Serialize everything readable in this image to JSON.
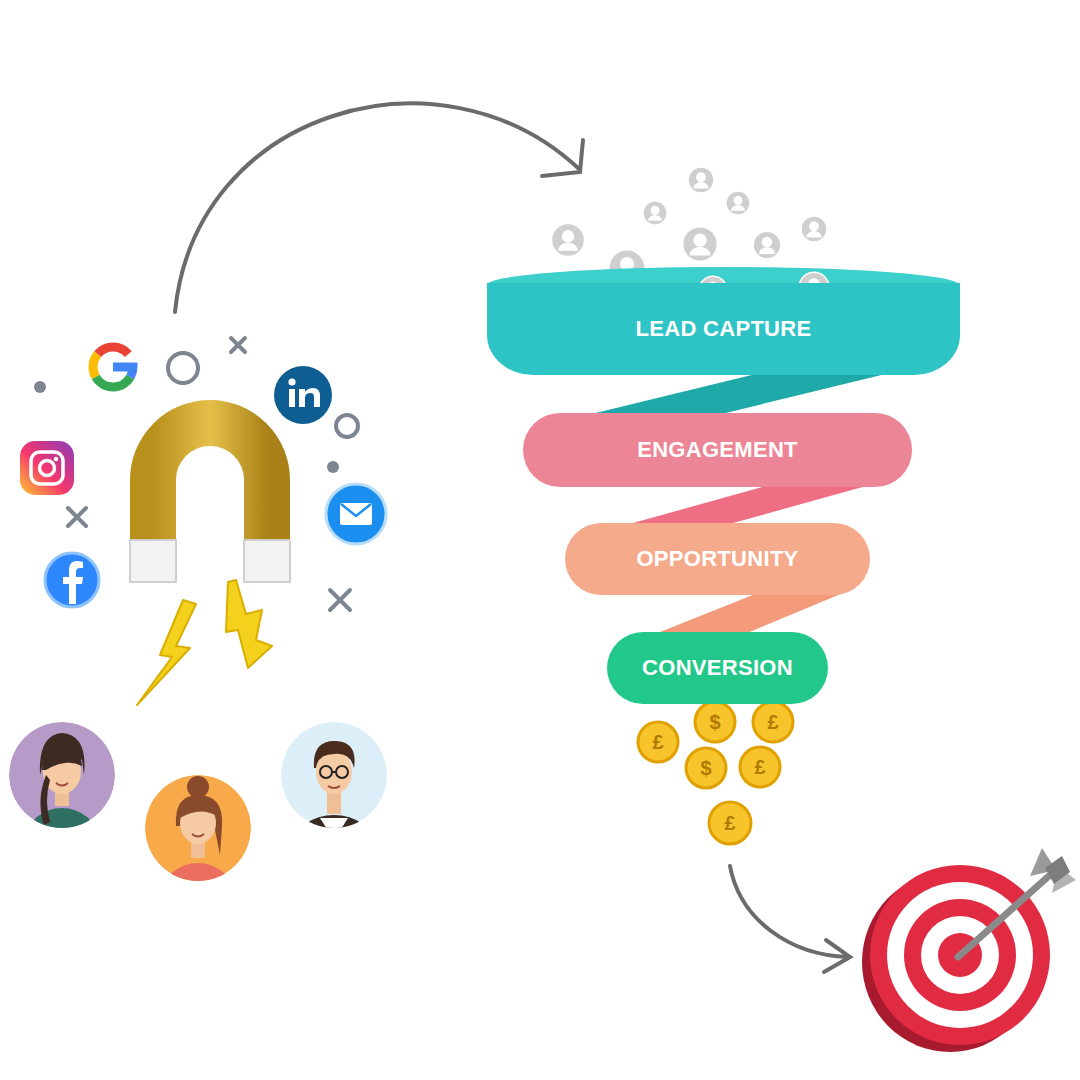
{
  "diagram": {
    "nodes": [
      {
        "text": [
          "LEAD CAPTURE"
        ]
      },
      {
        "text": [
          "ENGAGEMENT"
        ]
      },
      {
        "text": [
          "OPPORTUNITY"
        ]
      },
      {
        "text": [
          "CONVERSION"
        ]
      }
    ],
    "labels": [
      "$",
      "£",
      "£",
      "$",
      "£",
      "£"
    ]
  }
}
